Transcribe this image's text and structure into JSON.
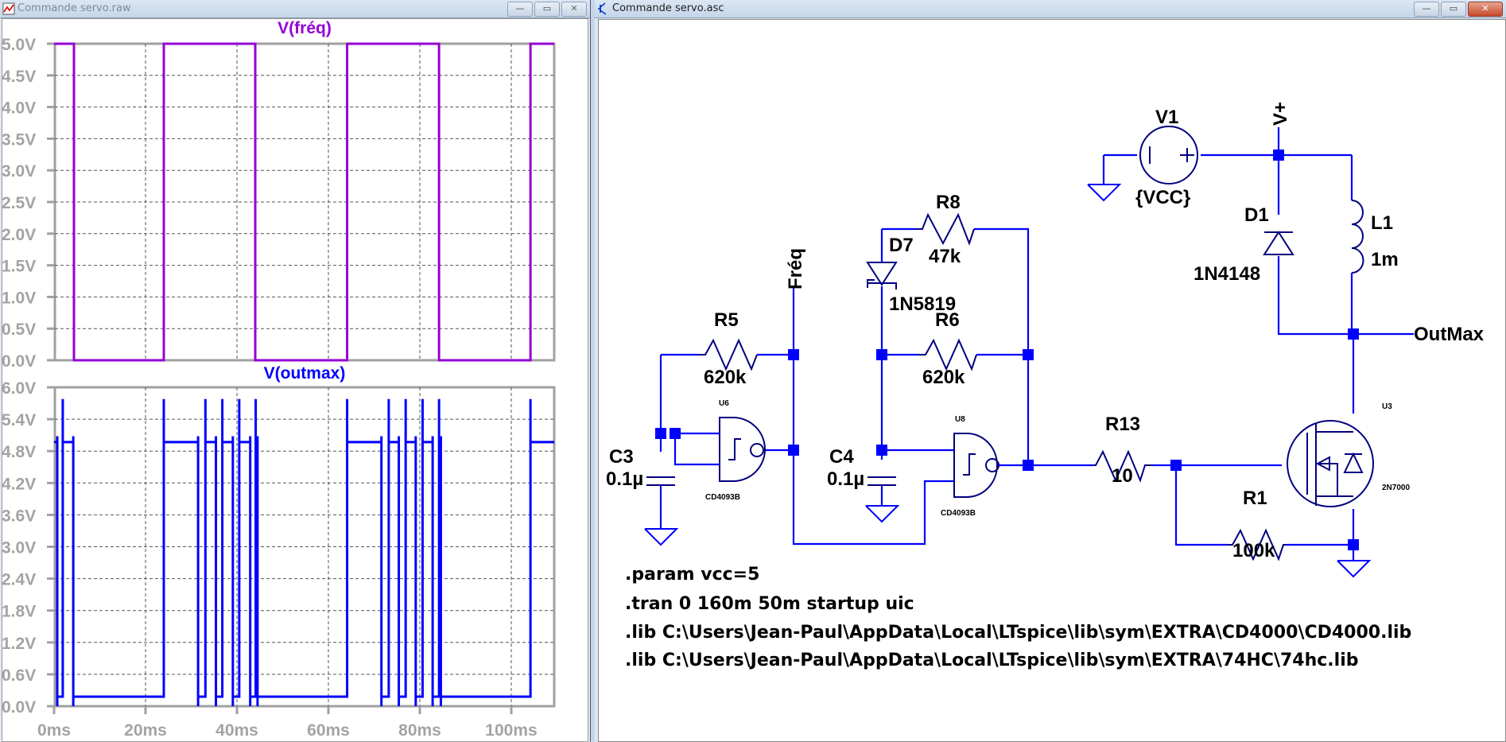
{
  "waveform_window": {
    "title": "Commande servo.raw",
    "icon": "waveform-icon",
    "buttons": {
      "minimize": "—",
      "maximize": "▭",
      "close": "✕"
    }
  },
  "schematic_window": {
    "title": "Commande servo.asc",
    "icon": "transistor-icon",
    "buttons": {
      "minimize": "—",
      "maximize": "▭",
      "close": "✕"
    }
  },
  "chart_data": [
    {
      "type": "line",
      "title": "V(fréq)",
      "color": "#9400d3",
      "xlabel": "",
      "ylabel": "",
      "xlim_ms": [
        0,
        110
      ],
      "ylim": [
        0,
        5
      ],
      "x_ticks": [
        "0ms",
        "20ms",
        "40ms",
        "60ms",
        "80ms",
        "100ms"
      ],
      "y_ticks": [
        "5.0V",
        "4.5V",
        "4.0V",
        "3.5V",
        "3.0V",
        "2.5V",
        "2.0V",
        "1.5V",
        "1.0V",
        "0.5V",
        "0.0V"
      ],
      "grid": true,
      "series": [
        {
          "name": "V(fréq)",
          "points_ms_v": [
            [
              0,
              5
            ],
            [
              4.35,
              5
            ],
            [
              4.35,
              0
            ],
            [
              24.0,
              0
            ],
            [
              24.0,
              5
            ],
            [
              44.0,
              5
            ],
            [
              44.0,
              0
            ],
            [
              64.1,
              0
            ],
            [
              64.1,
              5
            ],
            [
              84.2,
              5
            ],
            [
              84.2,
              0
            ],
            [
              104.2,
              0
            ],
            [
              104.2,
              5
            ],
            [
              110,
              5
            ]
          ]
        }
      ]
    },
    {
      "type": "line",
      "title": "V(outmax)",
      "color": "#0000ff",
      "xlabel": "",
      "ylabel": "",
      "xlim_ms": [
        0,
        110
      ],
      "ylim": [
        0,
        6
      ],
      "x_ticks": [
        "0ms",
        "20ms",
        "40ms",
        "60ms",
        "80ms",
        "100ms"
      ],
      "y_ticks": [
        "6.0V",
        "5.4V",
        "4.8V",
        "4.2V",
        "3.6V",
        "3.0V",
        "2.4V",
        "1.8V",
        "1.2V",
        "0.6V",
        "0.0V"
      ],
      "grid": true,
      "series": [
        {
          "name": "V(outmax)",
          "high_v": 4.97,
          "low_v": 0.18,
          "rise_spike_v": 5.78,
          "fall_spike_v": 5.08,
          "initial_state": "high",
          "falls_ms": [
            0.7,
            4.2,
            31.5,
            35.4,
            39.1,
            42.9,
            44.5,
            71.6,
            75.4,
            79.1,
            82.8,
            84.6
          ],
          "rises_ms": [
            1.9,
            24.0,
            33.1,
            36.8,
            40.5,
            44.1,
            64.1,
            73.2,
            76.9,
            80.6,
            84.2,
            104.2
          ]
        }
      ]
    }
  ],
  "schematic": {
    "components": {
      "V1": {
        "name": "V1",
        "value": "{VCC}"
      },
      "vplus_label": "V+",
      "D1": {
        "name": "D1",
        "value": "1N4148"
      },
      "L1": {
        "name": "L1",
        "value": "1m"
      },
      "R8": {
        "name": "R8",
        "value": "47k"
      },
      "D7": {
        "name": "D7",
        "value": "1N5819"
      },
      "R5": {
        "name": "R5",
        "value": "620k"
      },
      "R6": {
        "name": "R6",
        "value": "620k"
      },
      "freq_label": "Fréq",
      "U6": {
        "name": "U6",
        "value": "CD4093B"
      },
      "U8": {
        "name": "U8",
        "value": "CD4093B"
      },
      "C3": {
        "name": "C3",
        "value": "0.1µ"
      },
      "C4": {
        "name": "C4",
        "value": "0.1µ"
      },
      "R13": {
        "name": "R13",
        "value": "10"
      },
      "R1": {
        "name": "R1",
        "value": "100k"
      },
      "U3": {
        "name": "U3",
        "value": "2N7000"
      },
      "outmax_label": "OutMax"
    },
    "directives": [
      ".param vcc=5",
      ".tran 0 160m 50m startup uic",
      ".lib C:\\Users\\Jean-Paul\\AppData\\Local\\LTspice\\lib\\sym\\EXTRA\\CD4000\\CD4000.lib",
      ".lib C:\\Users\\Jean-Paul\\AppData\\Local\\LTspice\\lib\\sym\\EXTRA\\74HC\\74hc.lib"
    ],
    "wire_color": "#0000ff",
    "symbol_color": "#000080"
  }
}
